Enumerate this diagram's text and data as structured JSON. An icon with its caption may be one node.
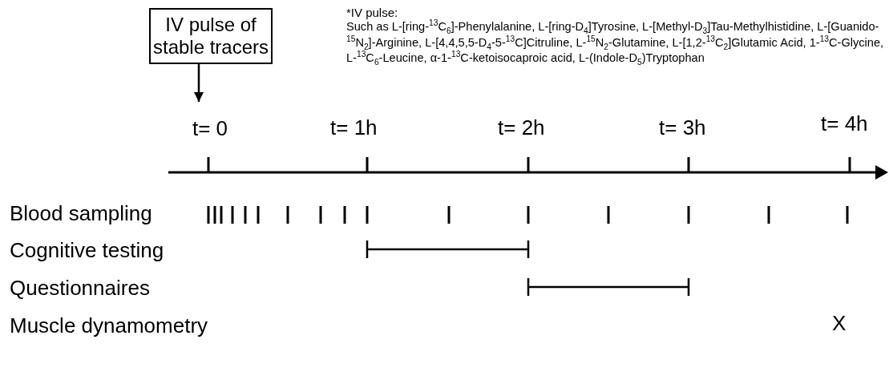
{
  "diagram": {
    "nodes": [
      {
        "text": [
          "IV pulse of stable tracers"
        ]
      },
      {
        "text": [
          "t= 0"
        ]
      }
    ],
    "edges": [
      {
        "from": 0,
        "to": 1,
        "arrow": "to"
      }
    ],
    "labels": [
      "*IV pulse:",
      "Such as L-[ring-$^{13}$C$_{6}$]-Phenylalanine, L-[ring-D$_{4}$]Tyrosine, L-[Methyl-D$_{3}$]Tau-Methylhistidine, L-[Guanido-$^{15}$N$_{2}$]-Arginine, L-[4,4,5,5-D$_{4}$-5-$^{13}$C]Citruline, L-$^{15}$N$_{2}$-Glutamine, L-[1,2-$^{13}$C$_{2}$]Glutamic Acid, 1-$^{13}$C-Glycine, L-$^{13}$C$_{6}$-Leucine, α-1-$^{13}$C-ketoisocaproic acid, L-(Indole-D$_{5}$)Tryptophan",
      "t= 1h",
      "t= 2h",
      "t= 3h",
      "t= 4h",
      "Blood sampling",
      "Cognitive testing",
      "Questionnaires",
      "Muscle dynamometry",
      "X"
    ]
  }
}
